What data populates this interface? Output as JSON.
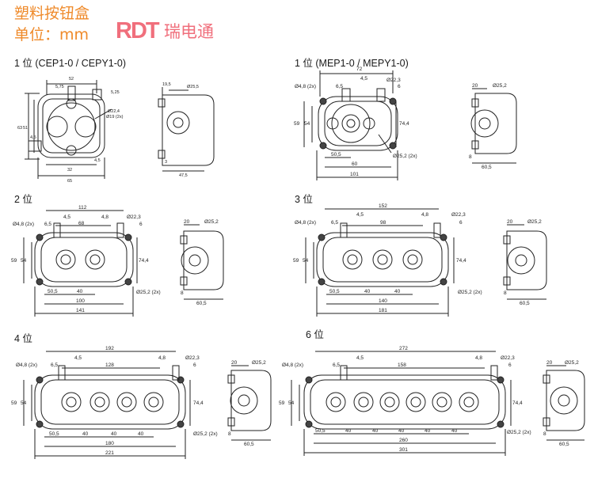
{
  "header": {
    "title": "塑料按钮盒",
    "unit": "单位：mm",
    "brand_name": "瑞电通",
    "brand_mark": "RDT",
    "title_color": "#ef8a2a",
    "brand_color": "#f06f7c"
  },
  "sections": {
    "cep": {
      "label": "1 位 (CEP1-0 / CEPY1-0)",
      "dims": {
        "top_width": "52",
        "d1": "5,75",
        "d2": "5,25",
        "hole": "Ø22,4",
        "hole2": "Ø19 (2x)",
        "d3": "4,5",
        "h1": "63",
        "h2": "51",
        "b1": "32",
        "b2": "65",
        "d4": "4,5",
        "s_top": "19,5",
        "s_dia": "Ø25,5",
        "s_b": "47,5",
        "s_bl": "3"
      }
    },
    "mep": {
      "label": "1 位 (MEP1-0 / MEPY1-0)",
      "dims": {
        "top": "72",
        "d45": "4,5",
        "d65": "6,5",
        "hole4": "Ø4,8 (2x)",
        "hole22": "Ø22,3",
        "d6": "6",
        "h59": "59",
        "h54": "54",
        "h74": "74,4",
        "b505": "50,5",
        "b60": "60",
        "b101": "101",
        "dia252": "Ø25,2 (2x)",
        "s20": "20",
        "s_dia": "Ø25,2",
        "s8": "8",
        "s605": "60,5"
      }
    },
    "p2": {
      "label": "2 位",
      "dims": {
        "top": "112",
        "d45": "4,5",
        "d48": "4,8",
        "d65": "6,5",
        "d68": "68",
        "hole4": "Ø4,8 (2x)",
        "hole22": "Ø22,3",
        "d6": "6",
        "h59": "59",
        "h54": "54",
        "h74": "74,4",
        "b505": "50,5",
        "b40": "40",
        "b100": "100",
        "b141": "141",
        "dia252": "Ø25,2 (2x)",
        "s20": "20",
        "s_dia": "Ø25,2",
        "s8": "8",
        "s605": "60,5"
      }
    },
    "p3": {
      "label": "3 位",
      "dims": {
        "top": "152",
        "d45": "4,5",
        "d48": "4,8",
        "d65": "6,5",
        "d98": "98",
        "hole4": "Ø4,8 (2x)",
        "hole22": "Ø22,3",
        "d6": "6",
        "h59": "59",
        "h54": "54",
        "h74": "74,4",
        "b505": "50,5",
        "b40a": "40",
        "b40b": "40",
        "b140": "140",
        "b181": "181",
        "dia252": "Ø25,2 (2x)",
        "s20": "20",
        "s_dia": "Ø25,2",
        "s8": "8",
        "s605": "60,5"
      }
    },
    "p4": {
      "label": "4 位",
      "dims": {
        "top": "192",
        "d45": "4,5",
        "d48": "4,8",
        "d65": "6,5",
        "d128": "128",
        "hole4": "Ø4,8 (2x)",
        "hole22": "Ø22,3",
        "d6": "6",
        "h59": "59",
        "h54": "54",
        "h74": "74,4",
        "b505": "50,5",
        "b40a": "40",
        "b40b": "40",
        "b40c": "40",
        "b180": "180",
        "b221": "221",
        "dia252": "Ø25,2 (2x)",
        "s20": "20",
        "s_dia": "Ø25,2",
        "s8": "8",
        "s605": "60,5"
      }
    },
    "p6": {
      "label": "6 位",
      "dims": {
        "top": "272",
        "d45": "4,5",
        "d48": "4,8",
        "d65": "6,5",
        "d158": "158",
        "hole4": "Ø4,8 (2x)",
        "hole22": "Ø22,3",
        "d6": "6",
        "h59": "59",
        "h54": "54",
        "h74": "74,4",
        "b505": "50,5",
        "b40a": "40",
        "b40b": "40",
        "b40c": "40",
        "b40d": "40",
        "b40e": "40",
        "b260": "260",
        "b301": "301",
        "dia252": "Ø25,2 (2x)",
        "s20": "20",
        "s_dia": "Ø25,2",
        "s8": "8",
        "s605": "60,5"
      }
    }
  }
}
